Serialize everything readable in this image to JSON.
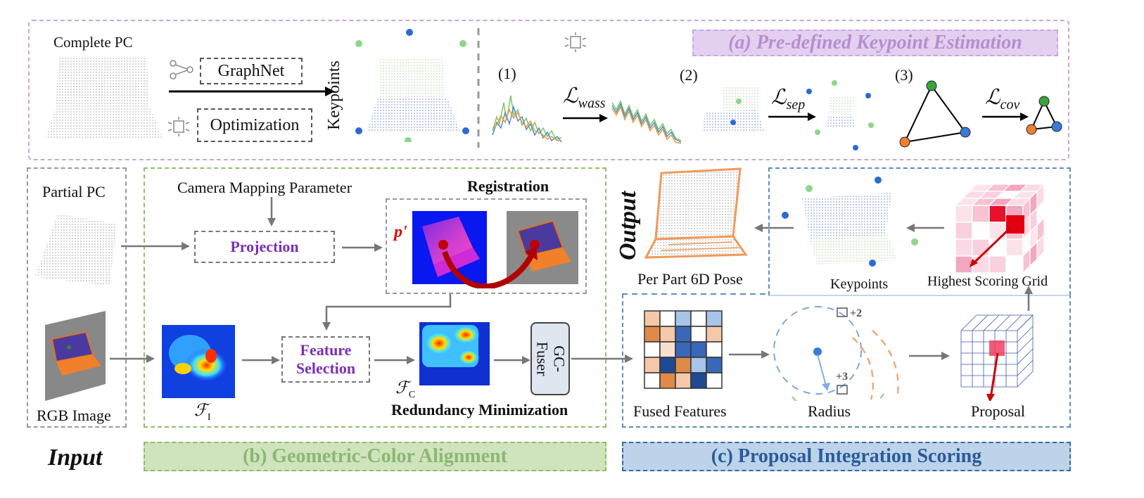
{
  "section_a": {
    "title": "(a) Pre-defined Keypoint Estimation",
    "complete_pc": "Complete PC",
    "graphnet": "GraphNet",
    "optimization": "Optimization",
    "keypoints": "Keypoints",
    "step1": "(1)",
    "step2": "(2)",
    "step3": "(3)",
    "loss_wass": "ℒ",
    "loss_wass_sub": "wass",
    "loss_sep": "ℒ",
    "loss_sep_sub": "sep",
    "loss_cov": "ℒ",
    "loss_cov_sub": "cov"
  },
  "input": {
    "partial_pc": "Partial PC",
    "rgb_image": "RGB Image",
    "title": "Input"
  },
  "section_b": {
    "title": "(b) Geometric-Color Alignment",
    "camera_param": "Camera Mapping Parameter",
    "projection": "Projection",
    "registration": "Registration",
    "p_prime": "p'",
    "feature_selection_1": "Feature",
    "feature_selection_2": "Selection",
    "f_i": "ℱ",
    "f_i_sub": "I",
    "f_c": "ℱ",
    "f_c_sub": "C",
    "fuser_1": "GC-",
    "fuser_2": "Fuser",
    "redundancy": "Redundancy Minimization"
  },
  "section_c": {
    "title": "(c) Proposal Integration Scoring",
    "output": "Output",
    "pose": "Per Part 6D Pose",
    "keypoints": "Keypoints",
    "highest_grid": "Highest Scoring Grid",
    "fused_features": "Fused Features",
    "radius": "Radius",
    "proposal": "Proposal",
    "plus2": "+2",
    "plus3": "+3"
  },
  "colors": {
    "purple": "#c9a6e0",
    "purple_fill": "#e3d0ef",
    "purple_text": "#b58fd0",
    "green": "#8fbf6a",
    "green_fill": "#cfe3bd",
    "green_text": "#8cb772",
    "blue": "#5b8ec0",
    "blue_fill": "#bcd3ea",
    "blue_text": "#2a5b9a",
    "kp_green": "#8fd58a",
    "kp_blue": "#2a6bd0",
    "kp_orange": "#ef7f32",
    "text_purple": "#7b2fb3",
    "accent_red": "#e00000"
  }
}
